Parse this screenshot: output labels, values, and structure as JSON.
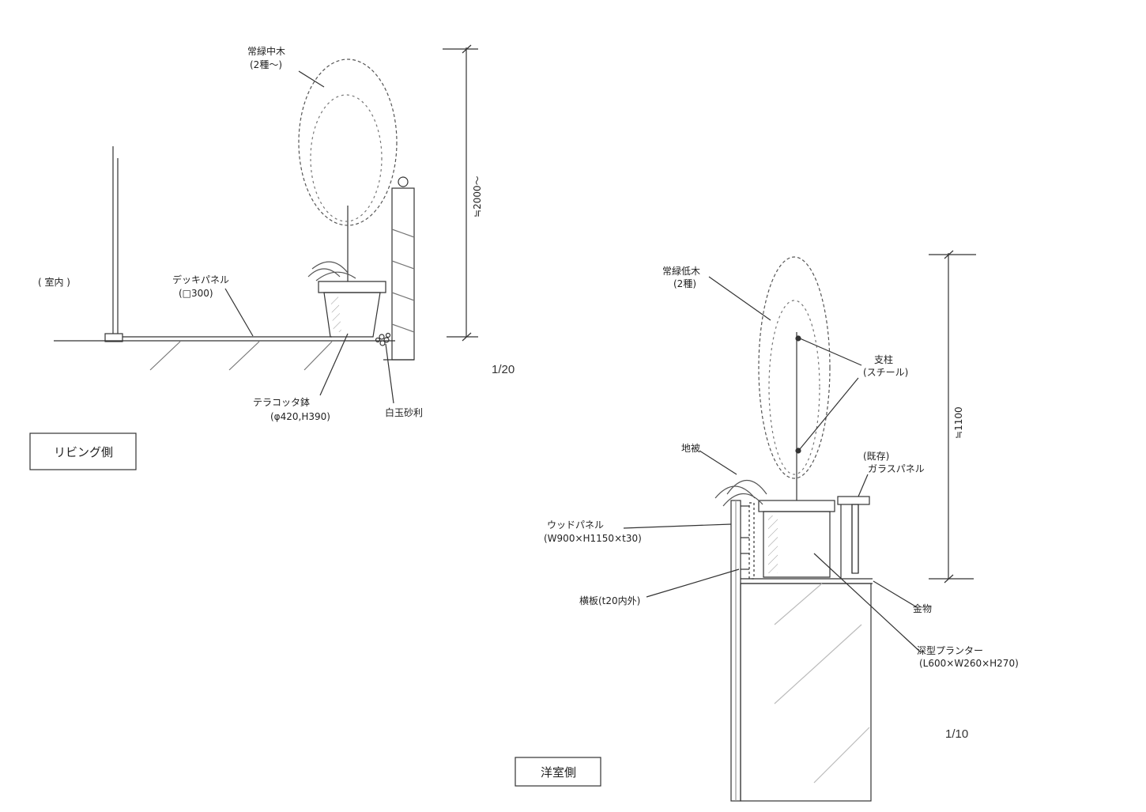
{
  "left_section": {
    "title": "リビング側",
    "scale": "1/20",
    "labels": {
      "indoor": "( 室内 )",
      "tree_name": "常緑中木",
      "tree_detail": "(2種～)",
      "deck_name": "デッキパネル",
      "deck_detail": "(□300)",
      "pot_name": "テラコッタ鉢",
      "pot_detail": "(φ420,H390)",
      "gravel": "白玉砂利"
    },
    "dimension": "≒2000～"
  },
  "right_section": {
    "title": "洋室側",
    "scale": "1/10",
    "labels": {
      "tree_name": "常緑低木",
      "tree_detail": "(2種)",
      "post_name": "支柱",
      "post_detail": "(スチール)",
      "ground_cover": "地被",
      "glass_name": "(既存)",
      "glass_detail": "ガラスパネル",
      "wood_name": "ウッドパネル",
      "wood_detail": "(W900×H1150×t30)",
      "cross_board": "横板(t20内外)",
      "hardware": "金物",
      "planter_name": "深型プランター",
      "planter_detail": "(L600×W260×H270)"
    },
    "dimension": "≒1100"
  },
  "colors": {
    "ink": "#222222",
    "paper": "#ffffff"
  }
}
